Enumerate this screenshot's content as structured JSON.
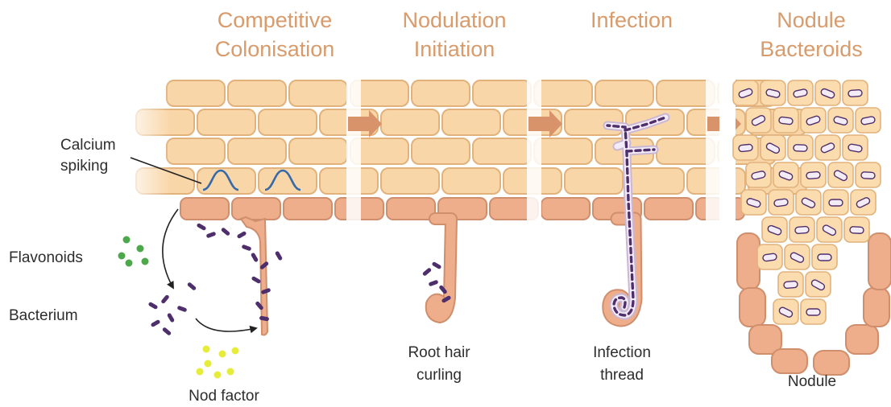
{
  "stages": [
    {
      "title_line1": "Competitive",
      "title_line2": "Colonisation"
    },
    {
      "title_line1": "Nodulation",
      "title_line2": "Initiation"
    },
    {
      "title_line1": "Infection",
      "title_line2": ""
    },
    {
      "title_line1": "Nodule",
      "title_line2": "Bacteroids"
    }
  ],
  "labels": {
    "calcium_line1": "Calcium",
    "calcium_line2": "spiking",
    "flavonoids": "Flavonoids",
    "bacterium": "Bacterium",
    "nod_factor": "Nod factor",
    "root_hair_line1": "Root hair",
    "root_hair_line2": "curling",
    "infection_thread_line1": "Infection",
    "infection_thread_line2": "thread",
    "nodule": "Nodule"
  },
  "colors": {
    "title": "#d89b6c",
    "cell_fill": "#f9d6a8",
    "cell_stroke": "#e2b27c",
    "epidermis_fill": "#eeae8c",
    "epidermis_stroke": "#cf8e6c",
    "arrow": "#d9936a",
    "bacterium": "#4e2f6c",
    "flavonoid": "#4ca84a",
    "nod_factor": "#e5ec3a",
    "calcium_wave": "#3569a8"
  }
}
